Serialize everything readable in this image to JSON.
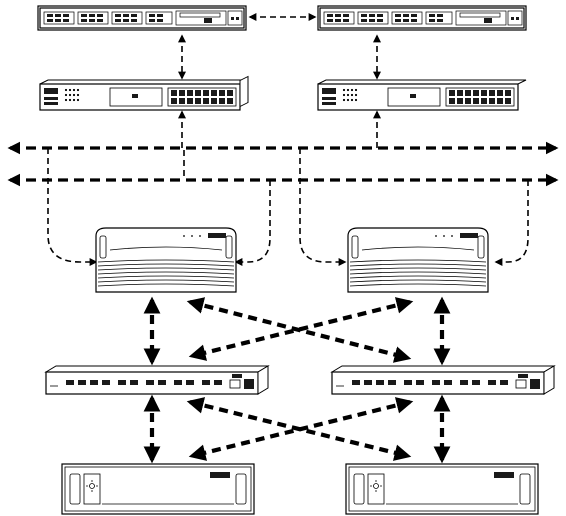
{
  "diagram": {
    "brand_mark": "",
    "devices": [
      {
        "id": "core-switch-left",
        "type": "rack-switch"
      },
      {
        "id": "core-switch-right",
        "type": "rack-switch"
      },
      {
        "id": "edge-switch-left",
        "type": "ethernet-switch"
      },
      {
        "id": "edge-switch-right",
        "type": "ethernet-switch"
      },
      {
        "id": "server-left",
        "type": "server-chassis"
      },
      {
        "id": "server-right",
        "type": "server-chassis"
      },
      {
        "id": "fc-switch-left",
        "type": "fc-switch"
      },
      {
        "id": "fc-switch-right",
        "type": "fc-switch"
      },
      {
        "id": "storage-left",
        "type": "storage-array"
      },
      {
        "id": "storage-right",
        "type": "storage-array"
      }
    ],
    "buses": [
      {
        "id": "network-bus-upper"
      },
      {
        "id": "network-bus-lower"
      }
    ]
  }
}
